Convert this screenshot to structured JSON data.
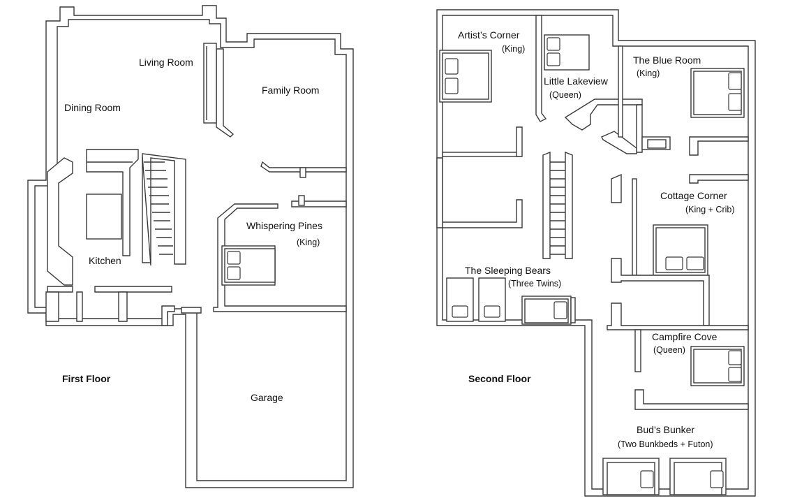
{
  "floors": {
    "first": "First Floor",
    "second": "Second Floor"
  },
  "rooms": {
    "living_room": "Living Room",
    "dining_room": "Dining Room",
    "family_room": "Family Room",
    "kitchen": "Kitchen",
    "whispering_pines": "Whispering Pines",
    "whispering_pines_bed": "(King)",
    "garage": "Garage",
    "artists_corner": "Artist’s Corner",
    "artists_corner_bed": "(King)",
    "little_lakeview": "Little Lakeview",
    "little_lakeview_bed": "(Queen)",
    "blue_room": "The Blue Room",
    "blue_room_bed": "(King)",
    "cottage_corner": "Cottage Corner",
    "cottage_corner_bed": "(King + Crib)",
    "sleeping_bears": "The Sleeping Bears",
    "sleeping_bears_bed": "(Three Twins)",
    "campfire_cove": "Campfire Cove",
    "campfire_cove_bed": "(Queen)",
    "buds_bunker": "Bud’s Bunker",
    "buds_bunker_bed": "(Two Bunkbeds + Futon)"
  },
  "colors": {
    "wall_stroke": "#3a3a3a",
    "background": "#ffffff",
    "text": "#111111"
  }
}
